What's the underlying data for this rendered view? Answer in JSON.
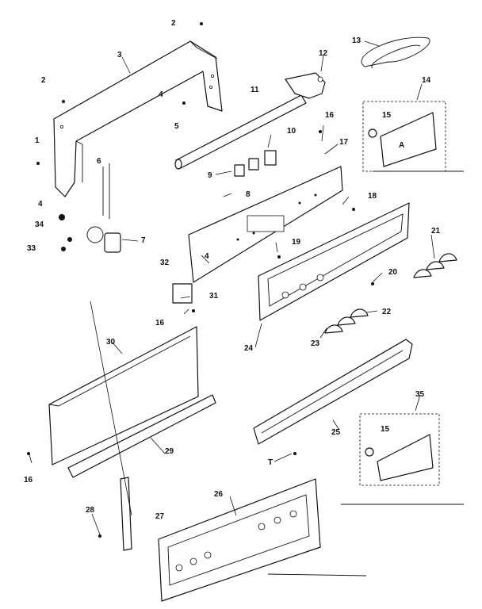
{
  "labels": {
    "l1": "1",
    "l2a": "2",
    "l2b": "2",
    "l3": "3",
    "l4a": "4",
    "l4b": "4",
    "l5": "5",
    "l6": "6",
    "l7": "7",
    "l8": "8",
    "l9": "9",
    "l10": "10",
    "l11": "11",
    "l12": "12",
    "l13": "13",
    "l14": "14",
    "l15a": "15",
    "l15b": "15",
    "l16a": "16",
    "l16b": "16",
    "l16c": "16",
    "l17": "17",
    "l18": "18",
    "l19": "19",
    "l20": "20",
    "l21": "21",
    "l22": "22",
    "l23": "23",
    "l24": "24",
    "l25": "25",
    "l26": "26",
    "l27": "27",
    "l28": "28",
    "l29": "29",
    "l30": "30",
    "l31": "31",
    "l32": "32",
    "l33": "33",
    "l34": "34",
    "l35": "35",
    "t": "T",
    "control_a": "A",
    "control_4": "4"
  }
}
